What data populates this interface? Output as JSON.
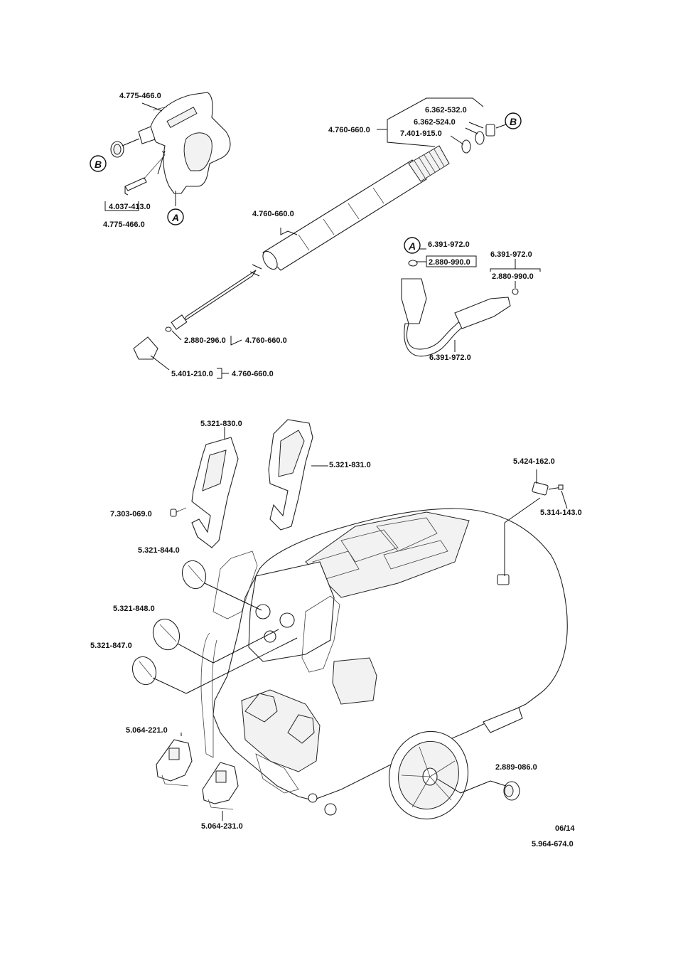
{
  "gun": {
    "part_top": "4.775-466.0",
    "part_clip": "4.037-413.0",
    "part_bottom": "4.775-466.0",
    "callout_a": "A",
    "callout_b": "B"
  },
  "lance": {
    "part_group": "4.760-660.0",
    "part_1": "6.362-532.0",
    "part_2": "6.362-524.0",
    "part_3": "7.401-915.0",
    "callout_b": "B",
    "part_tube": "4.760-660.0",
    "part_oring": "2.880-296.0",
    "part_oring_parent": "4.760-660.0",
    "part_nozzle": "5.401-210.0",
    "part_nozzle_parent": "4.760-660.0"
  },
  "swivel": {
    "callout_a": "A",
    "part_a": "6.391-972.0",
    "part_a_seal": "2.880-990.0",
    "part_b": "6.391-972.0",
    "part_b_seal": "2.880-990.0",
    "part_c": "6.391-972.0"
  },
  "machine": {
    "handle_left": "5.321-830.0",
    "handle_right": "5.321-831.0",
    "screw": "7.303-069.0",
    "knob_1": "5.321-844.0",
    "knob_2": "5.321-848.0",
    "knob_3": "5.321-847.0",
    "holder_1": "5.064-221.0",
    "holder_2": "5.064-231.0",
    "latch": "5.424-162.0",
    "latch_pin": "5.314-143.0",
    "cap": "2.889-086.0"
  },
  "footer": {
    "date": "06/14",
    "doc_number": "5.964-674.0"
  }
}
